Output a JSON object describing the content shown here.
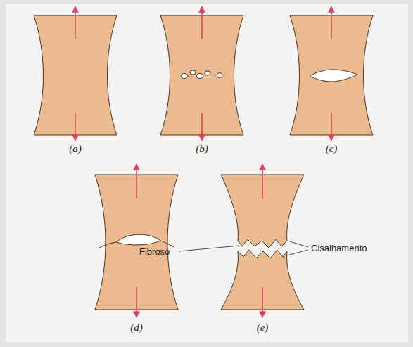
{
  "diagram": {
    "labels": [
      "(a)",
      "(b)",
      "(c)",
      "(d)",
      "(e)",
      "Fibroso",
      "Cisalhamento"
    ]
  }
}
